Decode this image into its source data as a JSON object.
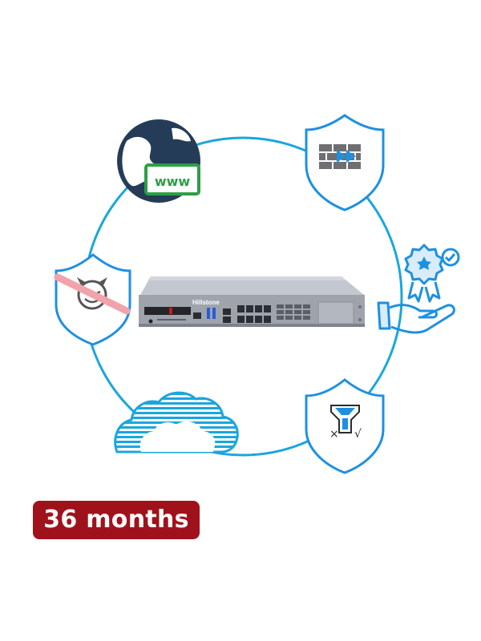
{
  "device": {
    "brand": "Hillstone"
  },
  "icons": {
    "web": "globe-www-icon",
    "firewall": "firewall-shield-icon",
    "support": "award-hand-icon",
    "filter": "filter-shield-icon",
    "cloud": "cloud-icon",
    "antimalware": "blocked-devil-shield-icon"
  },
  "web_label": "www",
  "badge": {
    "label": "36 months"
  },
  "colors": {
    "ring": "#1aa6dd",
    "icon_blue": "#1e90e0",
    "globe": "#243c57",
    "www_green": "#2e9e46",
    "badge_bg": "#a0121b",
    "device_gray": "#a9adb6"
  }
}
